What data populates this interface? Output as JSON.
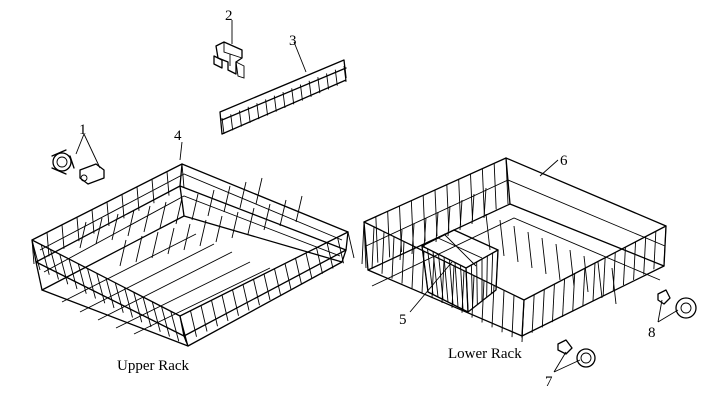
{
  "diagram": {
    "captions": {
      "upper_rack": "Upper Rack",
      "lower_rack": "Lower Rack"
    },
    "callouts": [
      {
        "id": "1",
        "part": "roller-assembly"
      },
      {
        "id": "2",
        "part": "rack-clip"
      },
      {
        "id": "3",
        "part": "shelf-flap"
      },
      {
        "id": "4",
        "part": "upper-rack"
      },
      {
        "id": "5",
        "part": "silverware-basket"
      },
      {
        "id": "6",
        "part": "lower-rack"
      },
      {
        "id": "7",
        "part": "wheel-assembly"
      },
      {
        "id": "8",
        "part": "wheel-assembly"
      }
    ]
  }
}
